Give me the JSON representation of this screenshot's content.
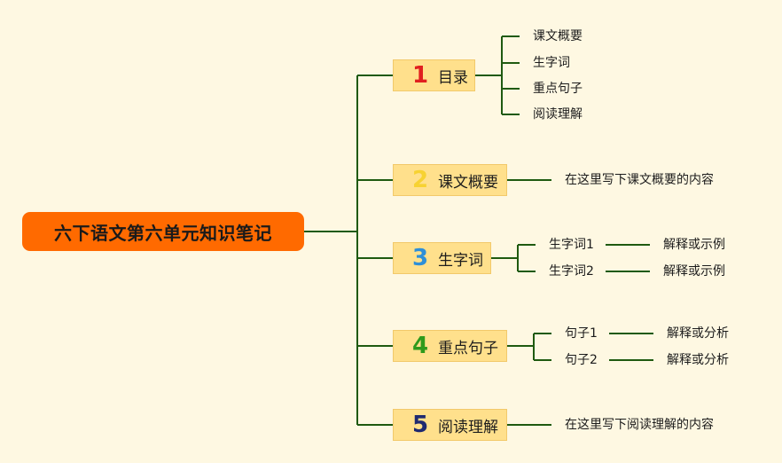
{
  "root": {
    "label": "六下语文第六单元知识笔记"
  },
  "branches": [
    {
      "number": "1",
      "label": "目录",
      "number_color": "#e11f1f",
      "leaves": [
        "课文概要",
        "生字词",
        "重点句子",
        "阅读理解"
      ]
    },
    {
      "number": "2",
      "label": "课文概要",
      "number_color": "#f7d232",
      "leaves": [
        "在这里写下课文概要的内容"
      ]
    },
    {
      "number": "3",
      "label": "生字词",
      "number_color": "#2e8fd8",
      "pairs": [
        {
          "term": "生字词1",
          "note": "解释或示例"
        },
        {
          "term": "生字词2",
          "note": "解释或示例"
        }
      ]
    },
    {
      "number": "4",
      "label": "重点句子",
      "number_color": "#2f9a1c",
      "pairs": [
        {
          "term": "句子1",
          "note": "解释或分析"
        },
        {
          "term": "句子2",
          "note": "解释或分析"
        }
      ]
    },
    {
      "number": "5",
      "label": "阅读理解",
      "number_color": "#1f2a70",
      "leaves": [
        "在这里写下阅读理解的内容"
      ]
    }
  ],
  "colors": {
    "background": "#fef8e2",
    "root_fill": "#ff6a00",
    "branch_fill": "#ffe08c",
    "connector": "#1f5a10"
  }
}
